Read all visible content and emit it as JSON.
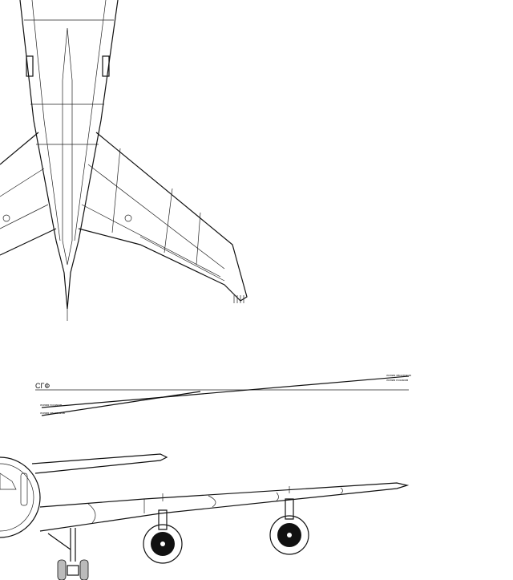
{
  "drawing": {
    "reference_label": "СГФ",
    "line_labels": {
      "leading_edges": "линия носиков",
      "trailing_edges": "линия хвостиков",
      "right_upper": "линия хвостиков",
      "right_lower": "линия носиков"
    },
    "colors": {
      "ink": "#111111",
      "paper": "#ffffff"
    }
  }
}
